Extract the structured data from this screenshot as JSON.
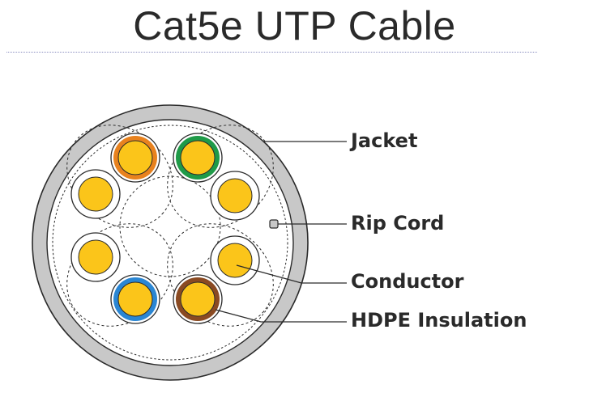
{
  "title": "Cat5e UTP Cable",
  "labels": {
    "jacket": "Jacket",
    "rip_cord": "Rip Cord",
    "conductor": "Conductor",
    "insulation": "HDPE Insulation"
  },
  "colors": {
    "jacket": "#c8c8c8",
    "conductor": "#fbc51a",
    "orange": "#e8821e",
    "green": "#1f9a48",
    "blue": "#2a86d3",
    "brown": "#8a4a22",
    "white_stripe": "#ffffff",
    "outline": "#2a2a2a"
  },
  "pairs": [
    {
      "name": "orange",
      "wires": [
        "orange",
        "white_stripe"
      ]
    },
    {
      "name": "green",
      "wires": [
        "green",
        "white_stripe"
      ]
    },
    {
      "name": "blue",
      "wires": [
        "white_stripe",
        "blue"
      ]
    },
    {
      "name": "brown",
      "wires": [
        "white_stripe",
        "brown"
      ]
    }
  ]
}
